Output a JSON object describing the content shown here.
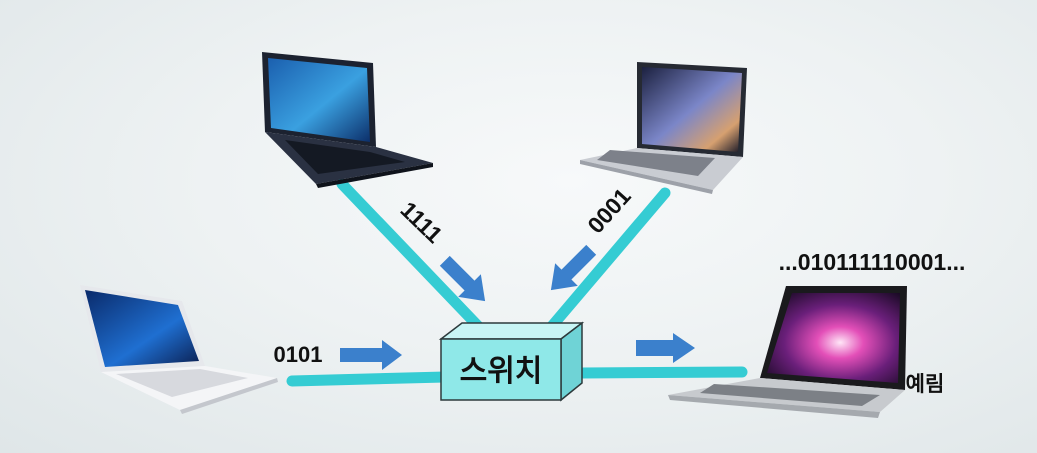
{
  "diagram": {
    "switch_label": "스위치",
    "links": {
      "top_left_bits": "1111",
      "top_right_bits": "0001",
      "left_bits": "0101"
    },
    "output_stream": "...010111110001...",
    "receiver_name": "예림"
  },
  "colors": {
    "cable": "#35ccd3",
    "arrow": "#3b80cc",
    "switch_face": "#8fe8e8",
    "switch_top": "#c8f5f5",
    "switch_side": "#6fd3d6"
  },
  "icons": [
    "laptop-icon",
    "switch-box-icon",
    "arrow-icon"
  ]
}
